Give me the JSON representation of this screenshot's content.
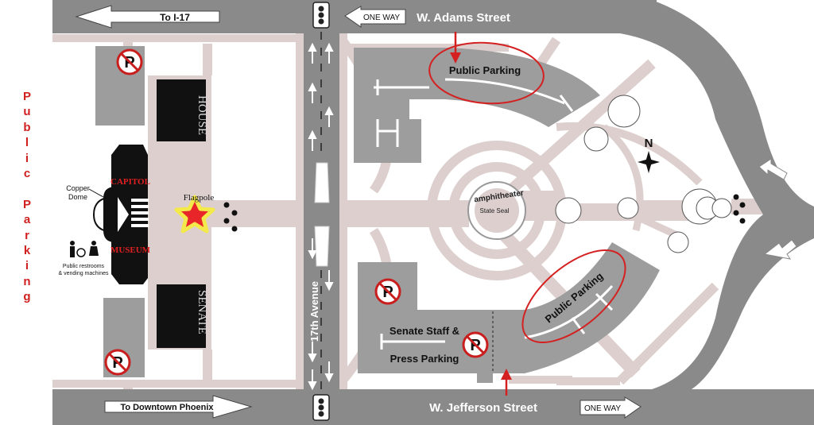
{
  "side_label": "Public Parking",
  "streets": {
    "top": "W. Adams Street",
    "bottom": "W. Jefferson Street",
    "avenue": "17th Avenue"
  },
  "directions": {
    "to_i17": "To I-17",
    "to_downtown": "To Downtown Phoenix",
    "one_way_top": "ONE WAY",
    "one_way_bottom": "ONE WAY"
  },
  "buildings": {
    "house": "HOUSE",
    "senate": "SENATE",
    "capitol": "CAPITOL",
    "museum": "MUSEUM"
  },
  "labels": {
    "copper_dome_1": "Copper",
    "copper_dome_2": "Dome",
    "flagpole": "Flagpole",
    "amphitheater": "amphitheater",
    "state_seal": "State Seal",
    "restrooms_1": "Public restrooms",
    "restrooms_2": "& vending machines",
    "north": "N",
    "parking_symbol": "P"
  },
  "parking": {
    "top": "Public Parking",
    "right": "Public Parking",
    "senate_staff_1": "Senate Staff &",
    "senate_staff_2": "Press Parking"
  },
  "colors": {
    "road": "#8a8a8a",
    "path": "#dccfcd",
    "lot": "#9d9d9d",
    "building": "#111111",
    "accent_red": "#d42020",
    "star": "#e8262a",
    "star_glow": "#f4e94a"
  }
}
